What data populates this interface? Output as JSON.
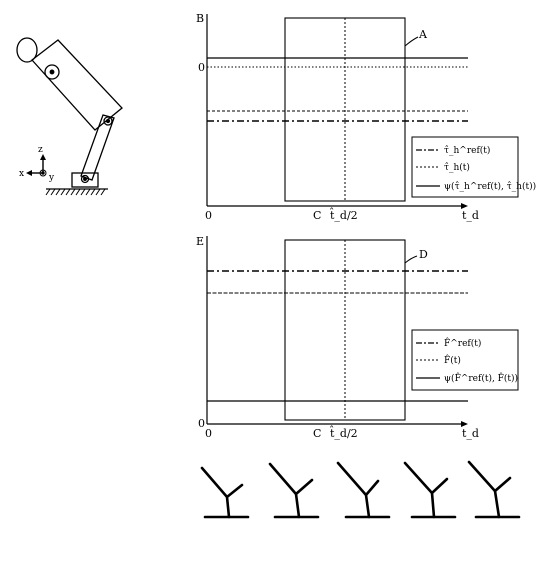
{
  "top_plot": {
    "y_marker": "B",
    "y_zero": "0",
    "x_zero": "0",
    "callout": "A",
    "x_mid_prefix": "C",
    "x_mid_label": "t̂_d/2",
    "x_axis_label": "t_d",
    "legend": [
      "τ̂_h^ref(t)",
      "τ̂_h(t)",
      "ψ(τ̂_h^ref(t), τ̂_h(t))"
    ]
  },
  "bottom_plot": {
    "y_marker": "E",
    "y_zero": "0",
    "x_zero": "0",
    "callout": "D",
    "x_mid_prefix": "C",
    "x_mid_label": "t̂_d/2",
    "x_axis_label": "t_d",
    "legend": [
      "F̂^ref(t)",
      "F̂(t)",
      "ψ(F̂^ref(t), F̂(t))"
    ]
  },
  "robot": {
    "axis_z": "z",
    "axis_x": "x",
    "axis_y": "y"
  },
  "colors": {
    "ink": "#000000",
    "background": "#ffffff"
  }
}
